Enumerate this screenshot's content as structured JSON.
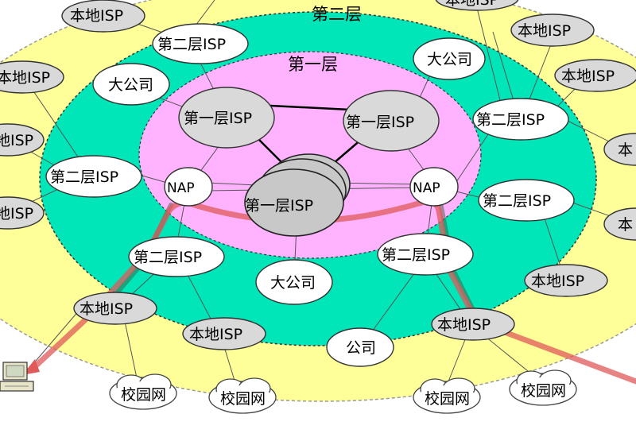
{
  "layers": {
    "second": "第二层",
    "first": "第一层"
  },
  "nodes": {
    "isp1_left": "第一层ISP",
    "isp1_right": "第一层ISP",
    "isp1_center": "第一层ISP",
    "nap_left": "NAP",
    "nap_right": "NAP",
    "isp2_top": "第二层ISP",
    "isp2_left": "第二层ISP",
    "isp2_bottom_left": "第二层ISP",
    "isp2_bottom_right": "第二层ISP",
    "isp2_right_top": "第二层ISP",
    "isp2_right": "第二层ISP",
    "big_company_tl": "大公司",
    "big_company_tr": "大公司",
    "big_company_bottom": "大公司",
    "company": "公司",
    "local_isp_1": "本地ISP",
    "local_isp_2": "本地ISP",
    "local_isp_3": "地ISP",
    "local_isp_4": "地ISP",
    "local_isp_5": "本地ISP",
    "local_isp_6": "本地ISP",
    "local_isp_7": "本地ISP",
    "local_isp_8": "本地ISP",
    "local_isp_9": "本地ISP",
    "local_isp_10": "本地ISP",
    "local_isp_11": "本",
    "local_isp_12": "本",
    "local_isp_top_cut": "本地ISP",
    "campus_1": "校园网",
    "campus_2": "校园网",
    "campus_3": "校园网",
    "campus_4": "校园网"
  },
  "colors": {
    "outer_ring": "#ffff99",
    "middle_ring": "#00e6b8",
    "inner_ring": "#ffb3ff",
    "route": "#e05a5a"
  }
}
